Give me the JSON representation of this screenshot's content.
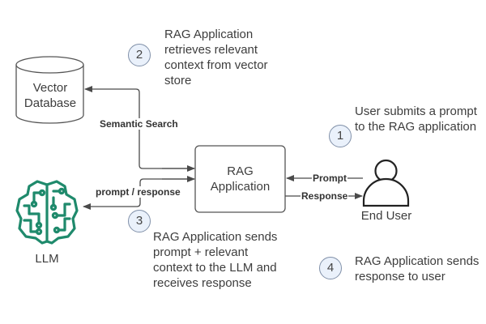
{
  "colors": {
    "line": "#4a4a4a",
    "box_border": "#555555",
    "step_fill": "#eaf1fb",
    "step_border": "#8090a8",
    "brain": "#1f8a6c"
  },
  "nodes": {
    "vector_db": {
      "label_line1": "Vector",
      "label_line2": "Database",
      "icon": "cylinder-database-icon"
    },
    "rag_app": {
      "label_line1": "RAG",
      "label_line2": "Application"
    },
    "llm": {
      "label": "LLM",
      "icon": "brain-circuit-icon"
    },
    "end_user": {
      "label": "End User",
      "icon": "user-icon"
    }
  },
  "edges": {
    "semantic_search": "Semantic Search",
    "prompt_response": "prompt / response",
    "prompt": "Prompt",
    "response": "Response"
  },
  "steps": [
    {
      "number": "1",
      "lines": [
        "User submits a prompt",
        "to the RAG application"
      ]
    },
    {
      "number": "2",
      "lines": [
        "RAG Application",
        "retrieves relevant",
        "context from vector",
        "store"
      ]
    },
    {
      "number": "3",
      "lines": [
        "RAG Application sends",
        "prompt + relevant",
        "context to the LLM and",
        "receives response"
      ]
    },
    {
      "number": "4",
      "lines": [
        "RAG Application sends",
        "response to user"
      ]
    }
  ]
}
